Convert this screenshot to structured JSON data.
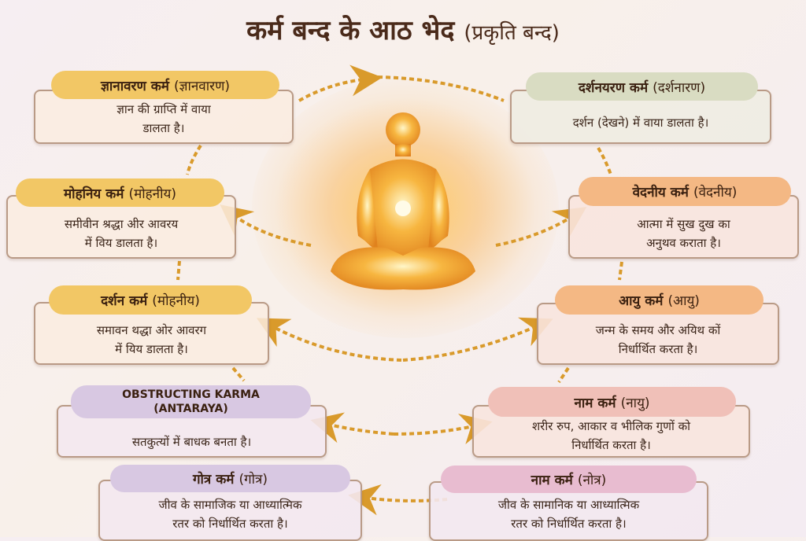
{
  "title": {
    "main": "कर्म बन्द के आठ भेद",
    "sub": "(प्रकृति बन्द)"
  },
  "colors": {
    "gold": "#f2c765",
    "sage": "#d9dcc2",
    "peach": "#f4b884",
    "lavender": "#d8c8e2",
    "rose": "#f0c0b8",
    "pink": "#e8bcd0",
    "arrow": "#d99a2b"
  },
  "center_icon": "meditating-figure-icon",
  "cards": [
    {
      "name": "ज्ञानावरण कर्म",
      "alias": "(ज्ञानवारण)",
      "desc": [
        "ज्ञान की ग्राप्ति में वाया",
        "डालता है।"
      ]
    },
    {
      "name": "दर्शनयरण कर्म",
      "alias": "(दर्शनारण)",
      "desc": [
        "दर्शन (देखने) में वाया डालता है।"
      ]
    },
    {
      "name": "मोहनिय कर्म",
      "alias": "(मोहनीय)",
      "desc": [
        "समीवीन श्रद्धा अीर आवरय",
        "में विय डालता है।"
      ]
    },
    {
      "name": "वेदनीय कर्म",
      "alias": "(वेदनीय)",
      "desc": [
        "आत्मा में सुख दुख का",
        "अनुथव कराता है।"
      ]
    },
    {
      "name": "दर्शन कर्म",
      "alias": "(मोहनीय)",
      "desc": [
        "समावन थद्धा ओर आवरग",
        "में यिय डालता है।"
      ]
    },
    {
      "name": "आयु कर्म",
      "alias": "(आयु)",
      "desc": [
        "जन्म के समय और अयिथ कों",
        "निर्धार्थित करता है।"
      ]
    },
    {
      "name": "OBSTRUCTING KARMA",
      "alias": "(ANTARAYA)",
      "desc": [
        "सतकुत्यों में बाधक बनता है।"
      ]
    },
    {
      "name": "नाम कर्म",
      "alias": "(नायु)",
      "desc": [
        "शरीर रुप, आकार व भीलिक गुणों को",
        "निर्धार्थित करता है।"
      ]
    },
    {
      "name": "गोत्र कर्म",
      "alias": "(गोत्र)",
      "desc": [
        "जीव के सामाजिक या आध्यात्मिक",
        "रतर को निर्धार्थित करता है।"
      ]
    },
    {
      "name": "नाम कर्म",
      "alias": "(नोत्र)",
      "desc": [
        "जीव के सामानिक या आध्यात्मिक",
        "रतर को निर्धार्थित करता है।"
      ]
    }
  ]
}
